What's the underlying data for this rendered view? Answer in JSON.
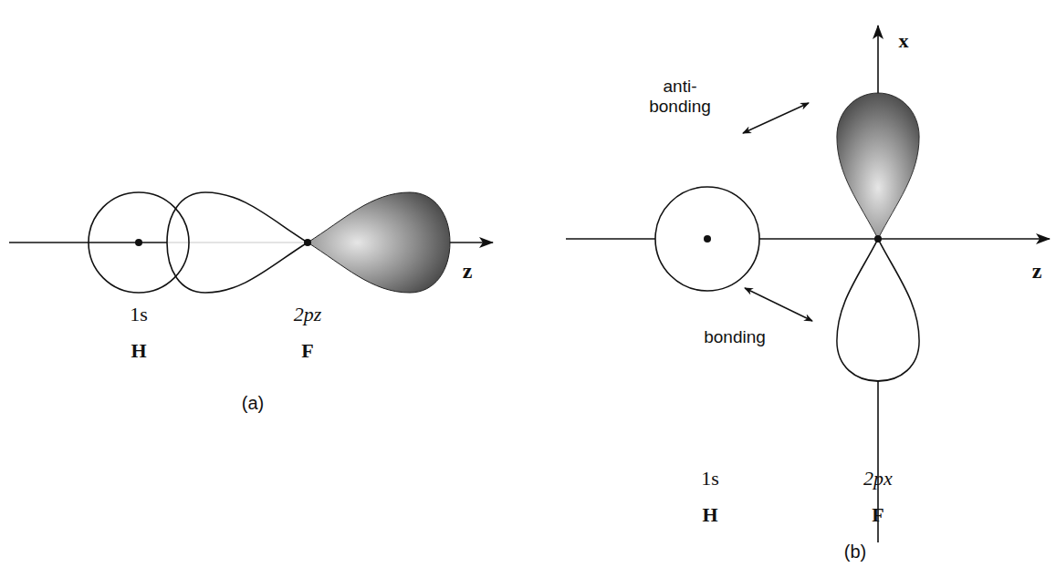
{
  "diagram": {
    "labels": [
      "z",
      "1s",
      "H",
      "2pz",
      "F",
      "(a)",
      "x",
      "anti- bonding",
      "bonding",
      "z",
      "1s",
      "H",
      "2px",
      "F",
      "(b)"
    ]
  }
}
